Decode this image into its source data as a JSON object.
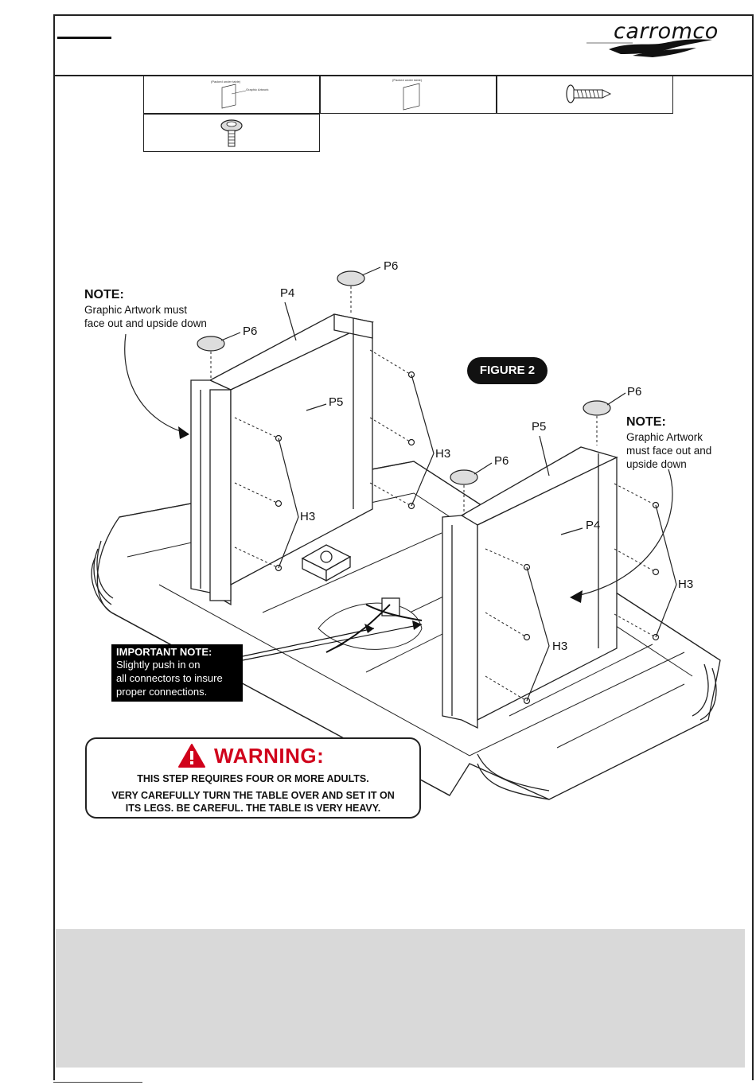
{
  "header": {
    "brand": "carromco",
    "colors": {
      "brand_red": "#d0021b",
      "panel_grey": "#d9d9d9"
    }
  },
  "parts": {
    "cell1_label_a": "(Packed under table)",
    "cell1_label_b": "Graphic Artwork",
    "cell2_label": "(Packed under table)",
    "cell3_icon": "screw-icon",
    "cell4_icon": "leveler-foot-icon"
  },
  "figure": {
    "badge": "FIGURE 2",
    "labels": {
      "p6_a": "P6",
      "p6_b": "P6",
      "p6_c": "P6",
      "p6_d": "P6",
      "p4_a": "P4",
      "p4_b": "P4",
      "p5_a": "P5",
      "p5_b": "P5",
      "h3_a": "H3",
      "h3_b": "H3",
      "h3_c": "H3",
      "h3_d": "H3"
    },
    "note_left": {
      "title": "NOTE:",
      "line1": "Graphic Artwork must",
      "line2": "face out and upside down"
    },
    "note_right": {
      "title": "NOTE:",
      "line1": "Graphic Artwork",
      "line2": "must face out and",
      "line3": "upside down"
    },
    "important": {
      "title": "IMPORTANT NOTE:",
      "line1": "Slightly push in on",
      "line2": "all connectors to insure",
      "line3": "proper connections."
    },
    "warning": {
      "title": "WARNING:",
      "line1": "THIS STEP REQUIRES FOUR OR MORE ADULTS.",
      "line2": "VERY CAREFULLY TURN THE TABLE OVER AND SET IT ON",
      "line3": "ITS LEGS.  BE CAREFUL.  THE TABLE IS VERY HEAVY."
    }
  }
}
